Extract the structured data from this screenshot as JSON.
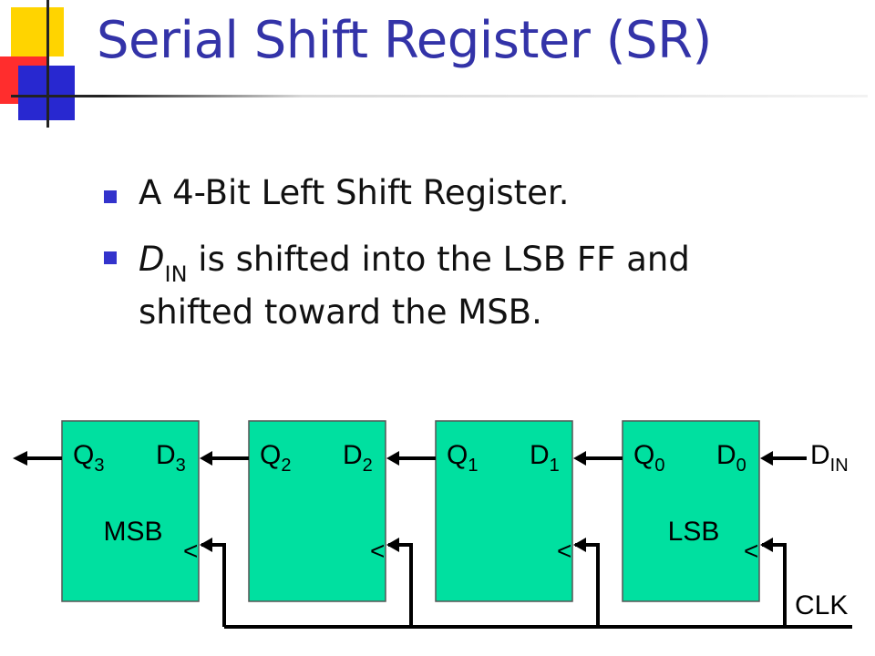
{
  "slide": {
    "title": "Serial Shift Register (SR)",
    "bullets": [
      {
        "text": "A 4-Bit Left Shift Register."
      },
      {
        "prefix_symbol": "D",
        "prefix_subscript": "IN",
        "rest_line1": " is shifted into the LSB FF and",
        "rest_line2": "shifted toward the MSB."
      }
    ]
  },
  "colors": {
    "title": "#3333a8",
    "bullet": "#3333cc",
    "ff_fill": "#00e0a0",
    "wire": "#000000",
    "deco_yellow": "#ffd400",
    "deco_red": "#ff2d2d",
    "deco_blue": "#2828d0"
  },
  "diagram": {
    "flip_flops": [
      {
        "q_main": "Q",
        "q_sub": "3",
        "d_main": "D",
        "d_sub": "3",
        "name": "MSB",
        "clk_mark": "<"
      },
      {
        "q_main": "Q",
        "q_sub": "2",
        "d_main": "D",
        "d_sub": "2",
        "name": "",
        "clk_mark": "<"
      },
      {
        "q_main": "Q",
        "q_sub": "1",
        "d_main": "D",
        "d_sub": "1",
        "name": "",
        "clk_mark": "<"
      },
      {
        "q_main": "Q",
        "q_sub": "0",
        "d_main": "D",
        "d_sub": "0",
        "name": "LSB",
        "clk_mark": "<"
      }
    ],
    "input_label_main": "D",
    "input_label_sub": "IN",
    "clock_label": "CLK"
  }
}
